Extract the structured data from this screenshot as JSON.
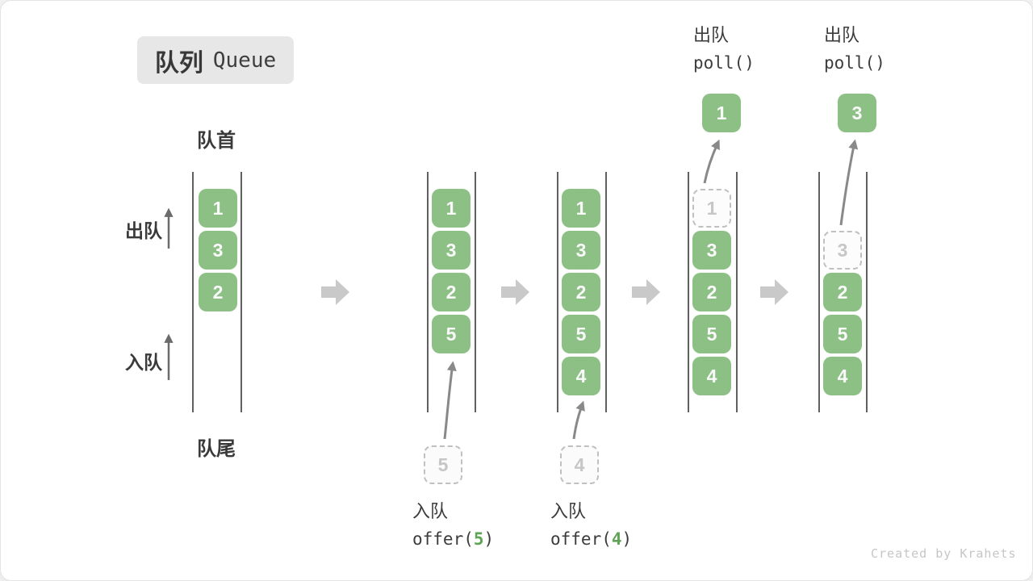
{
  "title": {
    "zh": "队列",
    "en": "Queue"
  },
  "labels": {
    "front": "队首",
    "rear": "队尾",
    "dequeue": "出队",
    "enqueue": "入队"
  },
  "annotations": {
    "poll_1": {
      "op": "出队",
      "code": "poll()"
    },
    "poll_2": {
      "op": "出队",
      "code": "poll()"
    },
    "offer_5": {
      "op": "入队",
      "code_pre": "offer(",
      "arg": "5",
      "code_post": ")"
    },
    "offer_4": {
      "op": "入队",
      "code_pre": "offer(",
      "arg": "4",
      "code_post": ")"
    }
  },
  "columns": {
    "col1": {
      "slot1": "1",
      "slot2": "3",
      "slot3": "2"
    },
    "col2": {
      "slot1": "1",
      "slot2": "3",
      "slot3": "2",
      "slot4": "5",
      "staged": "5"
    },
    "col3": {
      "slot1": "1",
      "slot2": "3",
      "slot3": "2",
      "slot4": "5",
      "slot5": "4",
      "staged": "4"
    },
    "col4": {
      "removed": "1",
      "slot2": "3",
      "slot3": "2",
      "slot4": "5",
      "slot5": "4",
      "popped": "1"
    },
    "col5": {
      "removed": "3",
      "slot3": "2",
      "slot4": "5",
      "slot5": "4",
      "popped": "3"
    }
  },
  "watermark": "Created by Krahets",
  "colors": {
    "cell_green": "#8cc085",
    "code_arg_green": "#5fa356",
    "step_arrow_gray": "#c9c9c9",
    "flow_arrow_gray": "#898989",
    "wall_gray": "#606060",
    "badge_bg": "#e7e7e7"
  }
}
